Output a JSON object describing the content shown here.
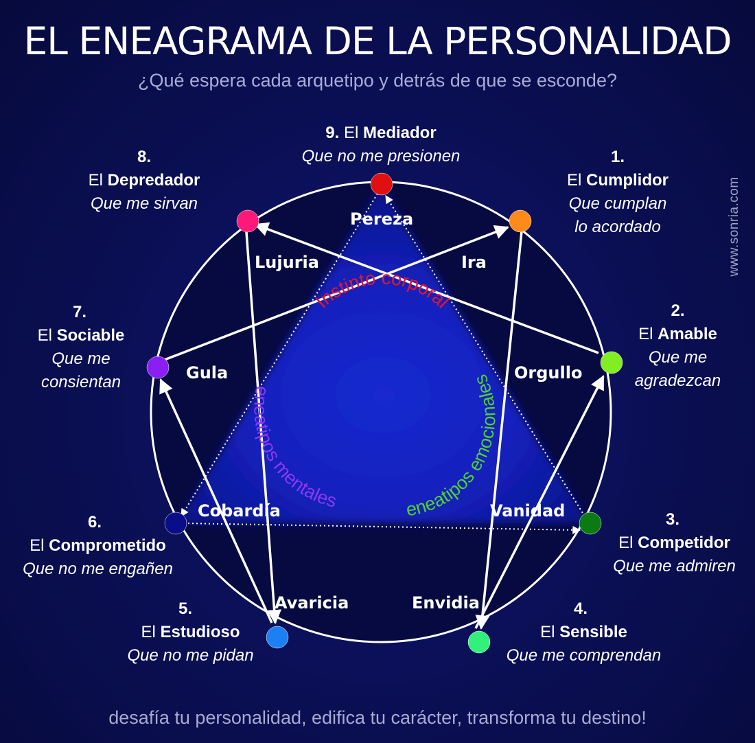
{
  "title": "EL ENEAGRAMA DE LA PERSONALIDAD",
  "subtitle": "¿Qué espera cada arquetipo y detrás de que se esconde?",
  "footer": "desafía tu personalidad, edifica tu carácter, transforma tu destino!",
  "watermark": "www.sonria.com",
  "types": {
    "t9": {
      "number": "9.",
      "article": "El",
      "name": "Mediador",
      "wish": "Que no me presionen",
      "color": "#e01010"
    },
    "t1": {
      "number": "1.",
      "article": "El",
      "name": "Cumplidor",
      "wish_1": "Que cumplan",
      "wish_2": "lo acordado",
      "color": "#ff8a1c"
    },
    "t2": {
      "number": "2.",
      "article": "El",
      "name": "Amable",
      "wish_1": "Que me",
      "wish_2": "agradezcan",
      "color": "#80ee22"
    },
    "t3": {
      "number": "3.",
      "article": "El",
      "name": "Competidor",
      "wish": "Que me admiren",
      "color": "#0b7a12"
    },
    "t4": {
      "number": "4.",
      "article": "El",
      "name": "Sensible",
      "wish": "Que me comprendan",
      "color": "#33f07a"
    },
    "t5": {
      "number": "5.",
      "article": "El",
      "name": "Estudioso",
      "wish": "Que no me pidan",
      "color": "#1d80f2"
    },
    "t6": {
      "number": "6.",
      "article": "El",
      "name": "Comprometido",
      "wish": "Que no me engañen",
      "color": "#0a0d8a"
    },
    "t7": {
      "number": "7.",
      "article": "El",
      "name": "Sociable",
      "wish_1": "Que me",
      "wish_2": "consientan",
      "color": "#8a1ff2"
    },
    "t8": {
      "number": "8.",
      "article": "El",
      "name": "Depredador",
      "wish": "Que me sirvan",
      "color": "#ff1a7a"
    }
  },
  "vices": {
    "v9": "Pereza",
    "v1": "Ira",
    "v2": "Orgullo",
    "v3": "Vanidad",
    "v4": "Envidia",
    "v5": "Avaricia",
    "v6": "Cobardía",
    "v7": "Gula",
    "v8": "Lujuria"
  },
  "centers": {
    "instinct": {
      "text": "Instinto corporal",
      "color": "#e8152a"
    },
    "mental": {
      "text": "eneatipos mentales",
      "color": "#8a3af0"
    },
    "emotional": {
      "text": "eneatipos emocionales",
      "color": "#50d030"
    }
  }
}
